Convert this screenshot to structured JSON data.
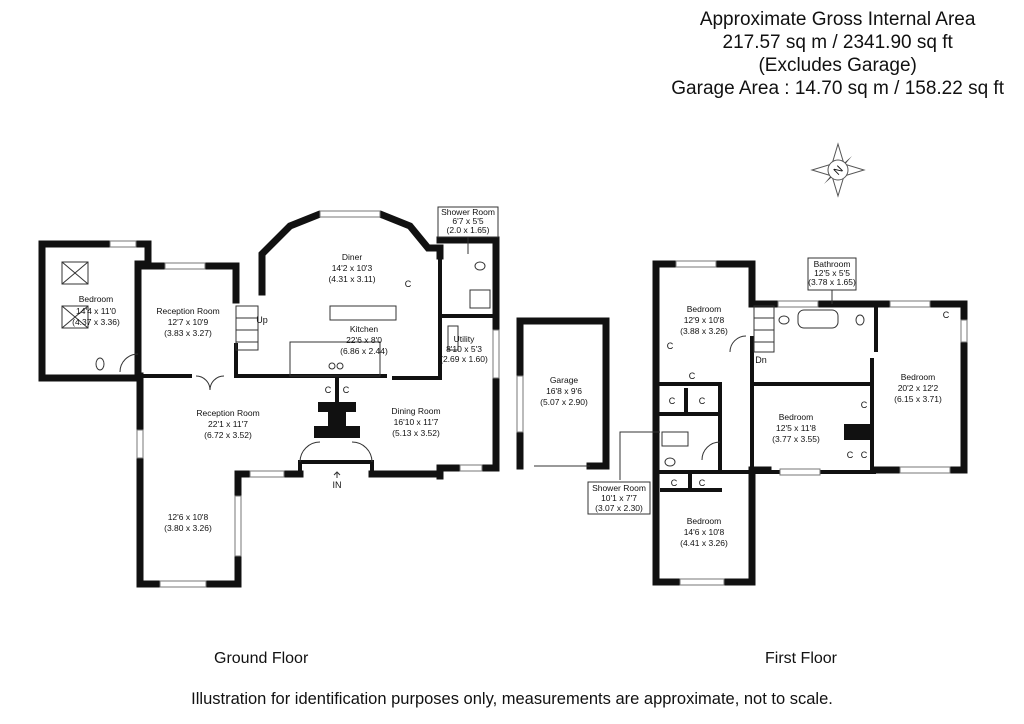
{
  "header": {
    "line1": "Approximate Gross Internal Area",
    "line2": "217.57 sq m / 2341.90 sq ft",
    "line3": "(Excludes Garage)",
    "line4": "Garage Area : 14.70 sq m / 158.22 sq ft"
  },
  "compass": {
    "letter": "N"
  },
  "rooms": {
    "gf_bedroom": {
      "name": "Bedroom",
      "dim": "14'4 x 11'0",
      "metric": "(4.37 x 3.36)"
    },
    "gf_reception1": {
      "name": "Reception Room",
      "dim": "12'7 x 10'9",
      "metric": "(3.83 x 3.27)"
    },
    "gf_diner": {
      "name": "Diner",
      "dim": "14'2 x 10'3",
      "metric": "(4.31 x 3.11)"
    },
    "gf_kitchen": {
      "name": "Kitchen",
      "dim": "22'6 x 8'0",
      "metric": "(6.86 x 2.44)"
    },
    "gf_utility": {
      "name": "Utility",
      "dim": "8'10 x 5'3",
      "metric": "(2.69 x 1.60)"
    },
    "gf_shower": {
      "name": "Shower Room",
      "dim": "6'7 x 5'5",
      "metric": "(2.0 x 1.65)"
    },
    "gf_reception2": {
      "name": "Reception Room",
      "dim": "22'1 x 11'7",
      "metric": "(6.72 x 3.52)"
    },
    "gf_dining": {
      "name": "Dining Room",
      "dim": "16'10 x 11'7",
      "metric": "(5.13 x 3.52)"
    },
    "gf_extension": {
      "dim": "12'6 x 10'8",
      "metric": "(3.80 x 3.26)"
    },
    "garage": {
      "name": "Garage",
      "dim": "16'8 x 9'6",
      "metric": "(5.07 x 2.90)"
    },
    "ff_bedroom1": {
      "name": "Bedroom",
      "dim": "12'9 x 10'8",
      "metric": "(3.88 x 3.26)"
    },
    "ff_bathroom": {
      "name": "Bathroom",
      "dim": "12'5 x 5'5",
      "metric": "(3.78 x 1.65)"
    },
    "ff_bedroom2": {
      "name": "Bedroom",
      "dim": "20'2 x 12'2",
      "metric": "(6.15 x 3.71)"
    },
    "ff_bedroom3": {
      "name": "Bedroom",
      "dim": "12'5 x 11'8",
      "metric": "(3.77 x 3.55)"
    },
    "ff_shower": {
      "name": "Shower Room",
      "dim": "10'1 x 7'7",
      "metric": "(3.07 x 2.30)"
    },
    "ff_bedroom4": {
      "name": "Bedroom",
      "dim": "14'6 x 10'8",
      "metric": "(4.41 x 3.26)"
    }
  },
  "markers": {
    "up": "Up",
    "dn": "Dn",
    "in": "IN",
    "cupboard": "C"
  },
  "floors": {
    "ground": "Ground Floor",
    "first": "First Floor"
  },
  "disclaimer": "Illustration for identification purposes only, measurements are approximate, not to scale."
}
